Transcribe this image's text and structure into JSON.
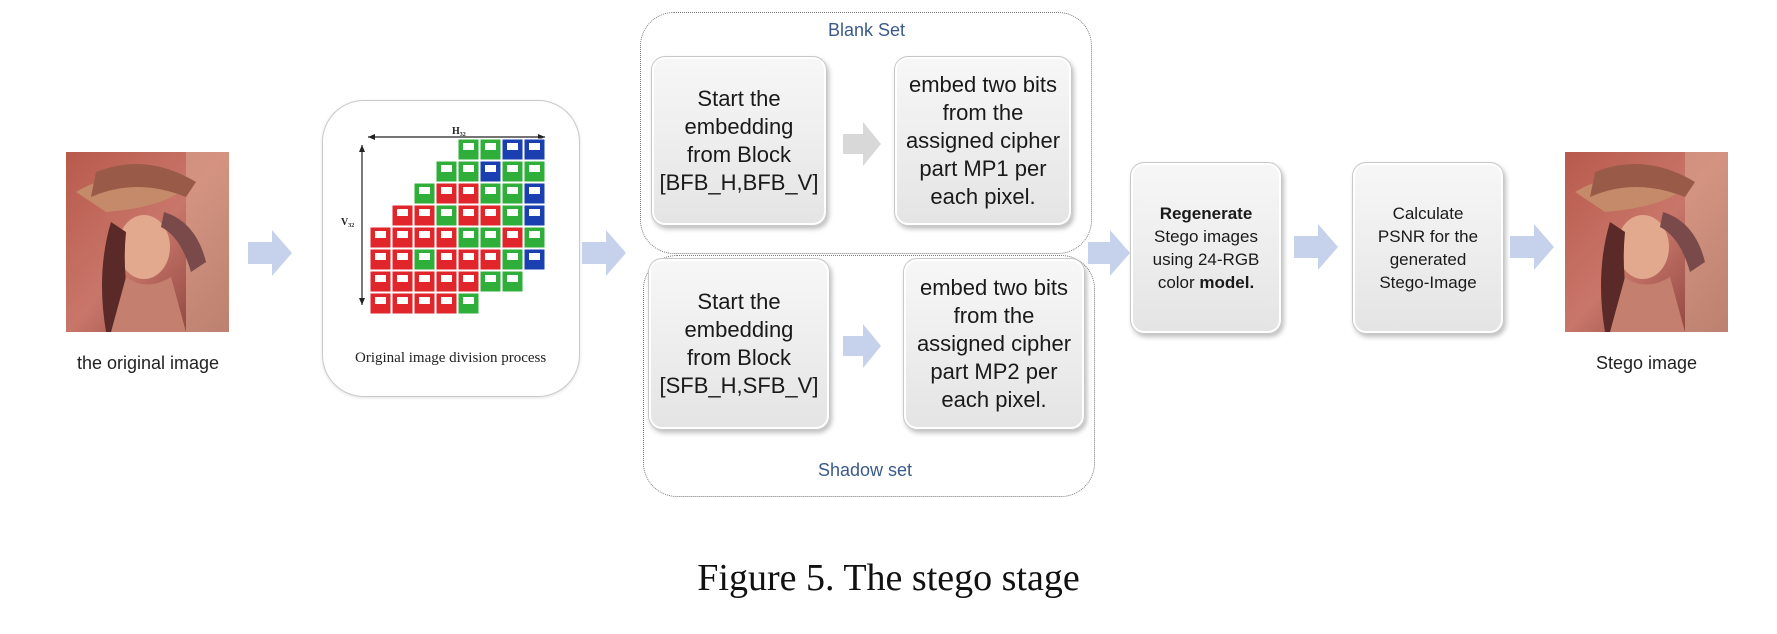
{
  "original_image": {
    "label": "the original image",
    "icon": "portrait-photo"
  },
  "division": {
    "label": "Original image division process",
    "icon": "block-grid-diagram",
    "axis_h": "H₃₂",
    "axis_v": "V₃₂"
  },
  "blank_set": {
    "label": "Blank Set",
    "start_box": "Start the\nembedding\nfrom Block\n[BFB_H,BFB_V]",
    "embed_box": "embed two bits\nfrom the\nassigned cipher\npart MP1 per\neach pixel."
  },
  "shadow_set": {
    "label": "Shadow set",
    "start_box": "Start the\nembedding\nfrom Block\n[SFB_H,SFB_V]",
    "embed_box": "embed two bits\nfrom the\nassigned cipher\npart MP2 per\neach pixel."
  },
  "regenerate_box": {
    "bold_1": "Regenerate",
    "text": "Stego images\nusing 24-RGB\ncolor ",
    "bold_2": "model."
  },
  "psnr_box": "Calculate\nPSNR for the\ngenerated\nStego-Image",
  "stego_image": {
    "label": "Stego image",
    "icon": "portrait-photo"
  },
  "caption": "Figure 5. The stego stage",
  "colors": {
    "arrow": "#c6d2ec",
    "set_label": "#3a5b8a",
    "grid_red": "#e0262b",
    "grid_green": "#2fae3a",
    "grid_blue": "#1a3fb0"
  }
}
